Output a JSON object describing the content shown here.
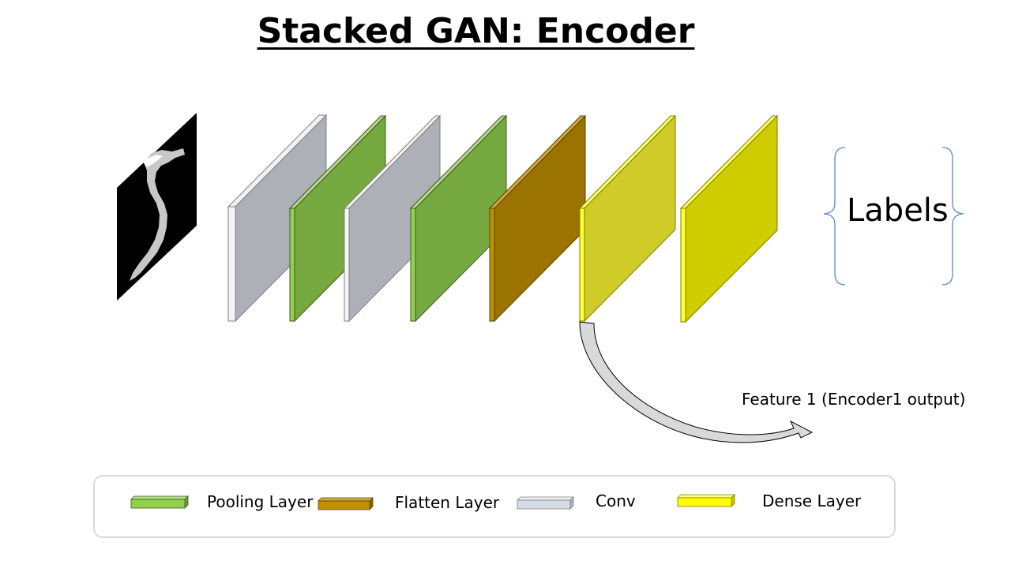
{
  "title": "Stacked GAN: Encoder",
  "labels_text": "Labels",
  "feature_text": "Feature 1 (Encoder1 output)",
  "legend": [
    {
      "label": "Pooling Layer",
      "color": "#92d050"
    },
    {
      "label": "Flatten Layer",
      "color": "#bf9000"
    },
    {
      "label": "Conv",
      "color": "#d6dce4"
    },
    {
      "label": "Dense Layer",
      "color": "#ffff00"
    }
  ],
  "layers": [
    {
      "type": "input-image"
    },
    {
      "type": "conv",
      "face": "#adb1b7"
    },
    {
      "type": "pooling",
      "face": "#76a940"
    },
    {
      "type": "conv",
      "face": "#adb1b7"
    },
    {
      "type": "pooling",
      "face": "#76a940"
    },
    {
      "type": "flatten",
      "face": "#9a7300"
    },
    {
      "type": "dense",
      "face": "#cfcc29"
    },
    {
      "type": "dense",
      "face": "#cfcc00"
    }
  ],
  "colors": {
    "brace": "#5b8ac6",
    "arrow_fill": "#d9d9d9",
    "legend_border": "#d9d9d9"
  }
}
